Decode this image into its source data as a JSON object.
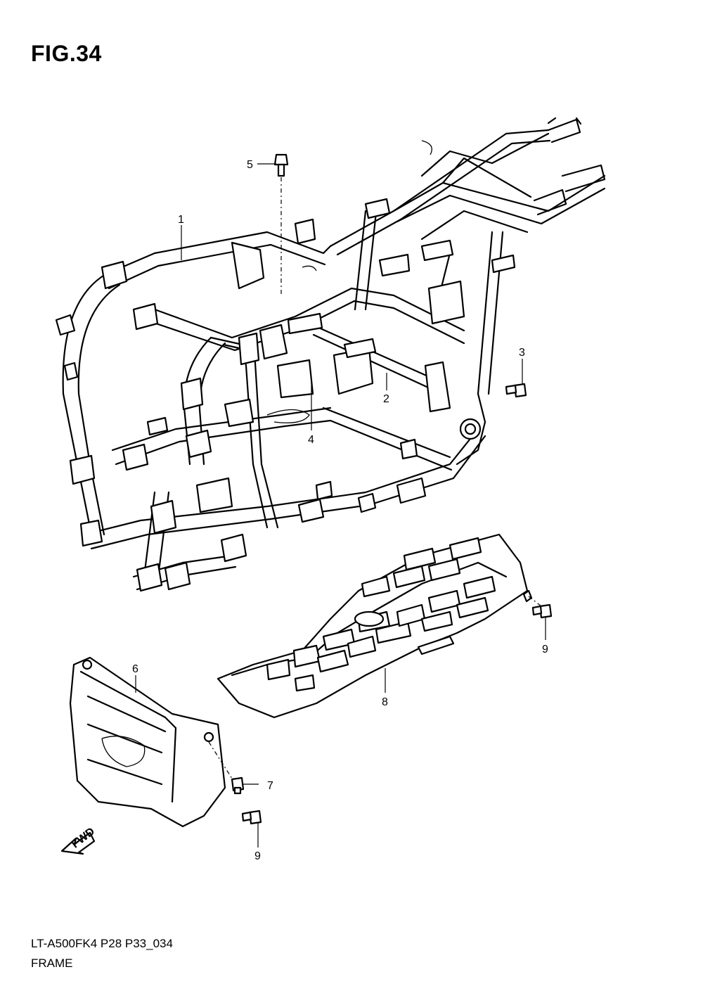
{
  "figure": {
    "title": "FIG.34",
    "model_code": "LT-A500FK4 P28 P33_034",
    "name": "FRAME"
  },
  "callouts": [
    {
      "id": "1",
      "label": "1"
    },
    {
      "id": "2",
      "label": "2"
    },
    {
      "id": "3",
      "label": "3"
    },
    {
      "id": "4",
      "label": "4"
    },
    {
      "id": "5",
      "label": "5"
    },
    {
      "id": "6",
      "label": "6"
    },
    {
      "id": "7",
      "label": "7"
    },
    {
      "id": "8",
      "label": "8"
    },
    {
      "id": "9a",
      "label": "9"
    },
    {
      "id": "9b",
      "label": "9"
    }
  ],
  "fwd_arrow": {
    "label": "FWD"
  }
}
